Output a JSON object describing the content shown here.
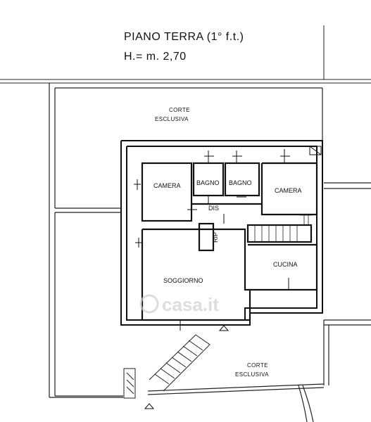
{
  "header": {
    "title": "PIANO TERRA (1° f.t.)",
    "height_note": "H.= m. 2,70"
  },
  "rooms": {
    "camera_left": "CAMERA",
    "bagno_left": "BAGNO",
    "bagno_right": "BAGNO",
    "camera_right": "CAMERA",
    "dis": "DIS",
    "rip": "RIP",
    "soggiorno": "SOGGIORNO",
    "cucina": "CUCINA"
  },
  "corte_top": {
    "line1": "CORTE",
    "line2": "ESCLUSIVA"
  },
  "corte_bottom": {
    "line1": "CORTE",
    "line2": "ESCLUSIVA"
  },
  "watermark": "casa.it"
}
